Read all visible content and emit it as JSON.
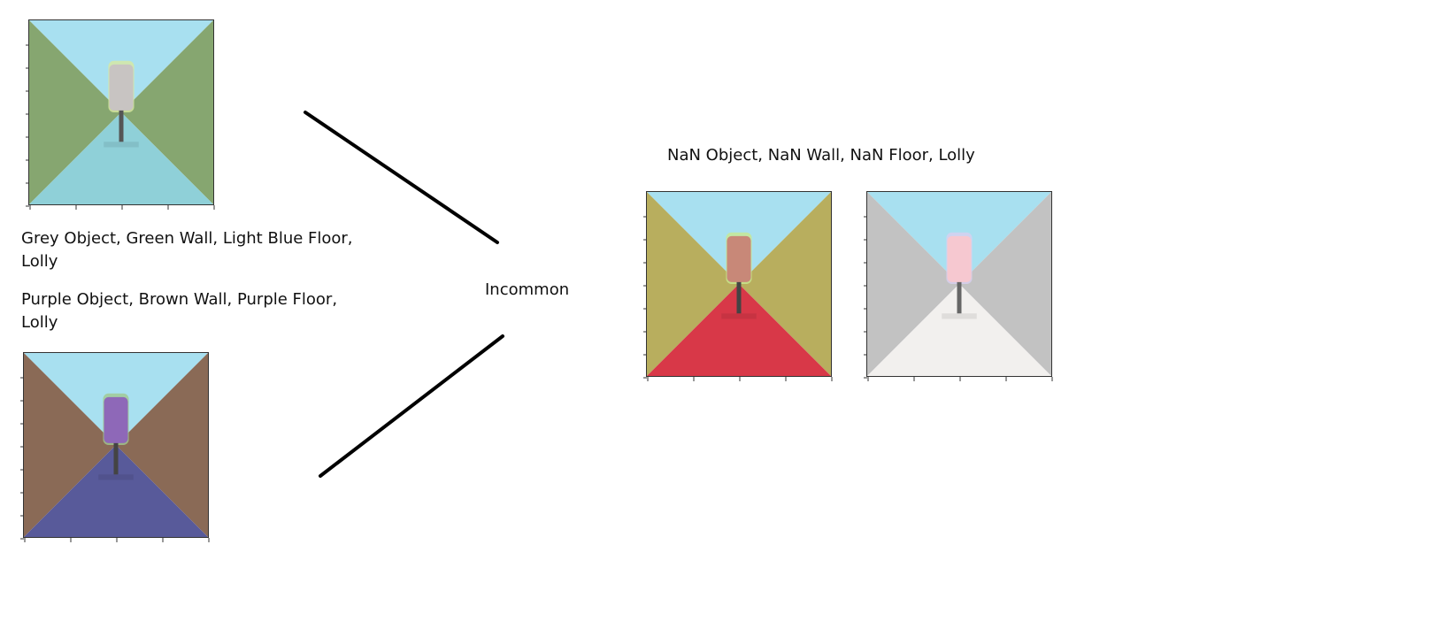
{
  "labels": {
    "top_left": "Grey Object, Green Wall, Light Blue Floor, Lolly",
    "bottom_left": "Purple Object, Brown Wall, Purple Floor, Lolly",
    "center": "Incommon",
    "right": "NaN Object, NaN Wall, NaN Floor, Lolly"
  },
  "scenes": [
    {
      "id": "grey-lolly",
      "sky": "#a8e0f0",
      "wall": "#86a670",
      "floor": "#8fd0d8",
      "object": "#c8c4c2",
      "stick": "#555555",
      "halo": "#d8e8a0"
    },
    {
      "id": "purple-lolly",
      "sky": "#a8e0f0",
      "wall": "#8a6a56",
      "floor": "#585a9a",
      "object": "#8e68b8",
      "stick": "#444444",
      "halo": "#a0c890"
    },
    {
      "id": "nan-red-lolly",
      "sky": "#a8e0f0",
      "wall": "#b8ae5e",
      "floor": "#d83848",
      "object": "#c88878",
      "stick": "#444444",
      "halo": "#c8e890"
    },
    {
      "id": "nan-pink-lolly",
      "sky": "#a8e0f0",
      "wall": "#c2c2c2",
      "floor": "#f2f0ee",
      "object": "#f6c8d0",
      "stick": "#666666",
      "halo": "#d8d0f0"
    }
  ]
}
